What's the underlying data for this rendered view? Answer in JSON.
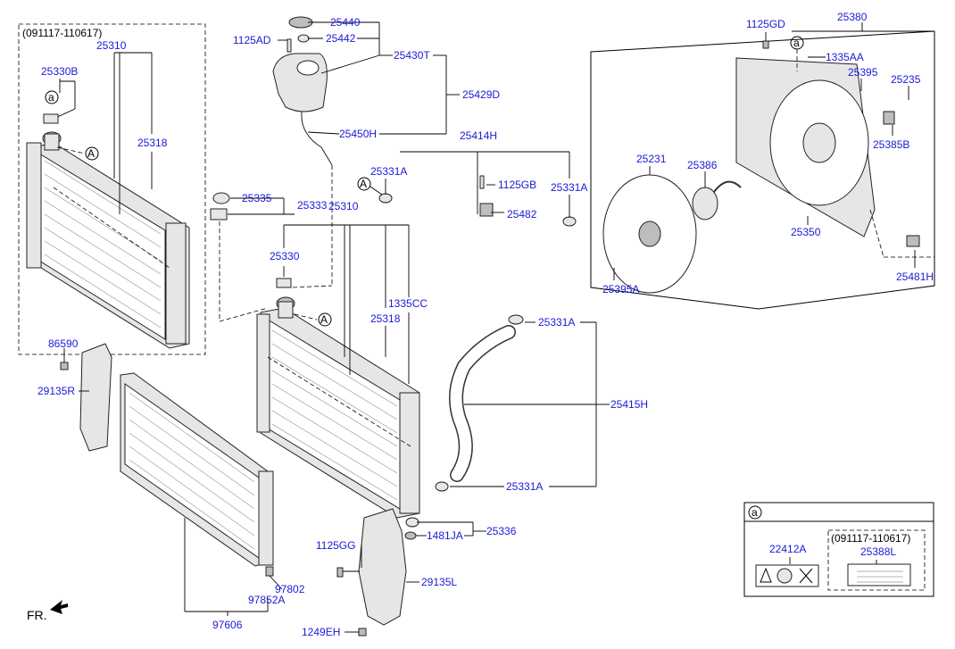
{
  "figure": {
    "direction_label": "FR.",
    "variant_note": "(091117-110617)",
    "callout_a": "a",
    "callout_A": "A"
  },
  "inset_box": {
    "callout": "a",
    "note": "(091117-110617)",
    "part_left": "22412A",
    "part_right": "25388L"
  },
  "parts": {
    "p25310_top": "25310",
    "p25330B": "25330B",
    "p25318_top": "25318",
    "p25440": "25440",
    "p1125AD": "1125AD",
    "p25442": "25442",
    "p25430T": "25430T",
    "p25429D": "25429D",
    "p25450H": "25450H",
    "p25414H": "25414H",
    "p25331A_a": "25331A",
    "p1125GB": "1125GB",
    "p25331A_b": "25331A",
    "p25482": "25482",
    "p25335": "25335",
    "p25333": "25333",
    "p25310_mid": "25310",
    "p25330": "25330",
    "p1335CC": "1335CC",
    "p25318_mid": "25318",
    "p25331A_c": "25331A",
    "p25415H": "25415H",
    "p25331A_d": "25331A",
    "p25336": "25336",
    "p1481JA": "1481JA",
    "p1125GG": "1125GG",
    "p29135L": "29135L",
    "p1249EH": "1249EH",
    "p86590": "86590",
    "p29135R": "29135R",
    "p97802": "97802",
    "p97852A": "97852A",
    "p97606": "97606",
    "p1125GD": "1125GD",
    "p25380": "25380",
    "p1335AA": "1335AA",
    "p25395": "25395",
    "p25235": "25235",
    "p25385B": "25385B",
    "p25231": "25231",
    "p25386": "25386",
    "p25350": "25350",
    "p25395A": "25395A",
    "p25481H": "25481H"
  }
}
